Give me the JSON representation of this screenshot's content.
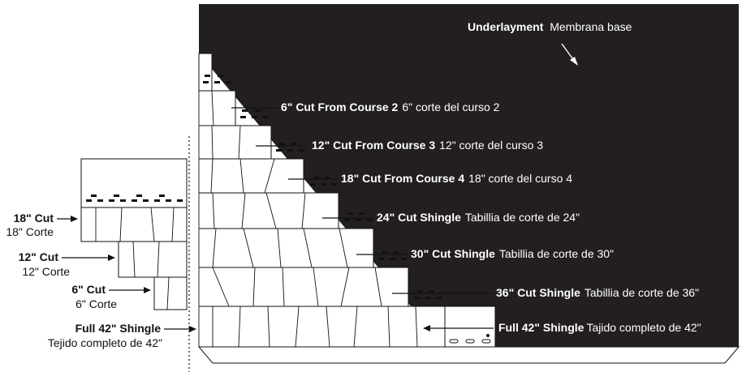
{
  "underlayment": {
    "en": "Underlayment",
    "es": "Membrana base"
  },
  "right_labels": [
    {
      "en": "6\" Cut From Course 2",
      "es": "6\" corte del curso 2"
    },
    {
      "en": "12\" Cut From Course 3",
      "es": "12\" corte del curso 3"
    },
    {
      "en": "18\" Cut From Course 4",
      "es": "18\" corte del curso 4"
    },
    {
      "en": "24\" Cut Shingle",
      "es": "Tabillia de corte de 24\""
    },
    {
      "en": "30\" Cut Shingle",
      "es": "Tabillia de corte de 30\""
    },
    {
      "en": "36\" Cut Shingle",
      "es": "Tabillia de corte de 36\""
    },
    {
      "en": "Full 42\" Shingle",
      "es": "Tajido completo de 42\""
    }
  ],
  "left_labels": [
    {
      "en": "18\" Cut",
      "es": "18\" Corte"
    },
    {
      "en": "12\" Cut",
      "es": "12\" Corte"
    },
    {
      "en": "6\" Cut",
      "es": "6\" Corte"
    },
    {
      "en": "Full 42\" Shingle",
      "es": "Tejido completo de 42\""
    }
  ],
  "colors": {
    "underlayment": "#231f20",
    "line": "#111111",
    "background": "#ffffff"
  }
}
